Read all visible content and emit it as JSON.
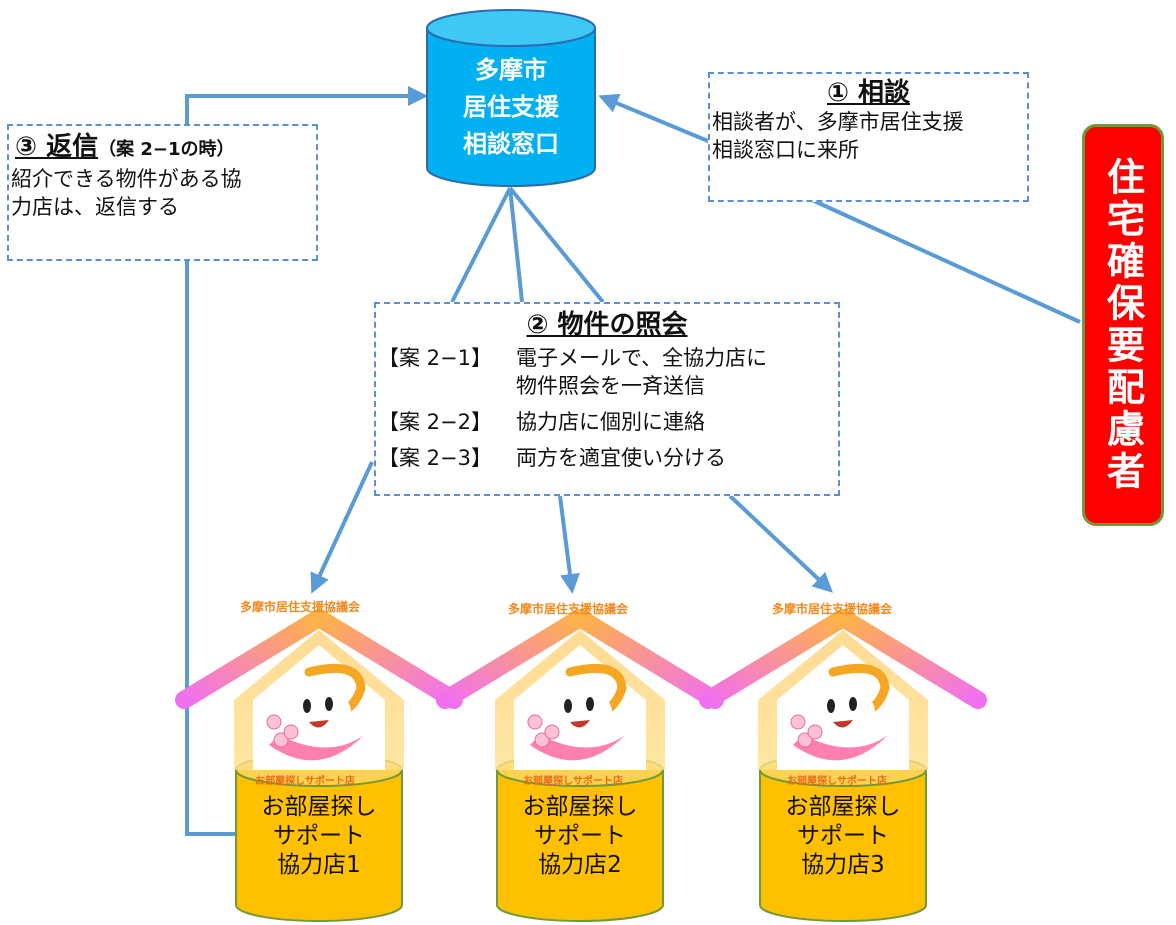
{
  "center": {
    "name_lines": [
      "多摩市",
      "居住支援",
      "相談窓口"
    ]
  },
  "step1": {
    "title": "① 相談",
    "lines": [
      "相談者が、多摩市居住支援",
      "相談窓口に来所"
    ]
  },
  "step2": {
    "title": "② 物件の照会",
    "items": [
      {
        "tag": "【案 2−1】",
        "text": "電子メールで、全協力店に"
      },
      {
        "tag": "",
        "text": "物件照会を一斉送信"
      },
      {
        "tag": "【案 2−2】",
        "text": "協力店に個別に連絡"
      },
      {
        "tag": "【案 2−3】",
        "text": "両方を適宜使い分ける"
      }
    ]
  },
  "step3": {
    "title": "③ 返信",
    "note": "（案 2−1の時）",
    "lines": [
      "紹介できる物件がある協",
      "力店は、返信する"
    ]
  },
  "client": {
    "label": "住宅確保要配慮者"
  },
  "shops": [
    {
      "association": "多摩市居住支援協議会",
      "sign": "お部屋探しサポート店",
      "lines": [
        "お部屋探し",
        "サポート",
        "協力店1"
      ]
    },
    {
      "association": "多摩市居住支援協議会",
      "sign": "お部屋探しサポート店",
      "lines": [
        "お部屋探し",
        "サポート",
        "協力店2"
      ]
    },
    {
      "association": "多摩市居住支援協議会",
      "sign": "お部屋探しサポート店",
      "lines": [
        "お部屋探し",
        "サポート",
        "協力店3"
      ]
    }
  ],
  "colors": {
    "arrow": "#5b9bd5",
    "center_cylinder": "#00b0f0",
    "shop_cylinder": "#ffc000",
    "client_box": "#ff0000"
  }
}
